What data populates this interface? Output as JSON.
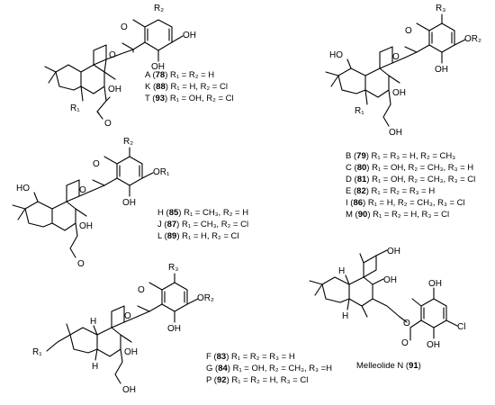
{
  "structures": [
    {
      "atoms": {
        "r1": "R₁",
        "r2": "R₂",
        "oh_top": "OH",
        "oh_ring": "OH",
        "oh_bridge": "OH",
        "o_ester": "O",
        "o_carbonyl": "O",
        "o_aldehyde": "O"
      },
      "compounds": [
        {
          "letter": "A",
          "number": "78",
          "rest": "R₁ = R₂ = H"
        },
        {
          "letter": "K",
          "number": "88",
          "rest": "R₁ = H, R₂ = Cl"
        },
        {
          "letter": "T",
          "number": "93",
          "rest": "R₁ = OH, R₂ = Cl"
        }
      ]
    },
    {
      "atoms": {
        "r1": "R₁",
        "r3": "R₃",
        "or2": "OR₂",
        "ho_top": "HO",
        "oh_ring": "OH",
        "oh_bridge": "OH",
        "oh_ch2": "OH",
        "o_ester": "O",
        "o_carbonyl": "O"
      },
      "compounds": [
        {
          "letter": "B",
          "number": "79",
          "rest": "R₁ = R₃ = H, R₂ = CH₃"
        },
        {
          "letter": "C",
          "number": "80",
          "rest": "R₁ = OH, R₂ = CH₃, R₃ = H"
        },
        {
          "letter": "D",
          "number": "81",
          "rest": "R₁ = OH, R₂ = CH₃, R₃ = Cl"
        },
        {
          "letter": "E",
          "number": "82",
          "rest": "R₁ = R₂ = R₃ = H"
        },
        {
          "letter": "I",
          "number": "86",
          "rest": "R₁ = H, R₂ = CH₃, R₃ = Cl"
        },
        {
          "letter": "M",
          "number": "90",
          "rest": "R₁ = R₂ = H, R₃ = Cl"
        }
      ]
    },
    {
      "atoms": {
        "r2": "R₂",
        "or1": "OR₁",
        "ho_top": "HO",
        "oh_ring": "OH",
        "oh_bridge": "OH",
        "o_ester": "O",
        "o_carbonyl": "O",
        "o_aldehyde": "O"
      },
      "compounds": [
        {
          "letter": "H",
          "number": "85",
          "rest": "R₁ = CH₃, R₂ = H"
        },
        {
          "letter": "J",
          "number": "87",
          "rest": "R₁ = CH₃, R₂ = Cl"
        },
        {
          "letter": "L",
          "number": "89",
          "rest": "R₁ = H, R₂ = Cl"
        }
      ]
    },
    {
      "atoms": {
        "r1": "R₁",
        "r3": "R₃",
        "or2": "OR₂",
        "oh_ring": "OH",
        "oh_bridge": "OH",
        "oh_ch2": "OH",
        "o_ester": "O",
        "o_carbonyl": "O",
        "h_top": "H",
        "h_bottom": "H"
      },
      "compounds": [
        {
          "letter": "F",
          "number": "83",
          "rest": "R₁ = R₂ = R₃ = H"
        },
        {
          "letter": "G",
          "number": "84",
          "rest": "R₁ = OH, R₂ = CH₃, R₃ =H"
        },
        {
          "letter": "P",
          "number": "92",
          "rest": "R₁ = R₂ = H, R₃ = Cl"
        }
      ]
    },
    {
      "atoms": {
        "oh_top": "OH",
        "oh_bridge": "OH",
        "oh_ring_top": "OH",
        "oh_ring_bottom": "OH",
        "cl": "Cl",
        "o_ester": "O",
        "o_carbonyl": "O",
        "h_top": "H",
        "h_bottom": "H"
      },
      "name": "Melleolide N",
      "number": "91"
    }
  ]
}
